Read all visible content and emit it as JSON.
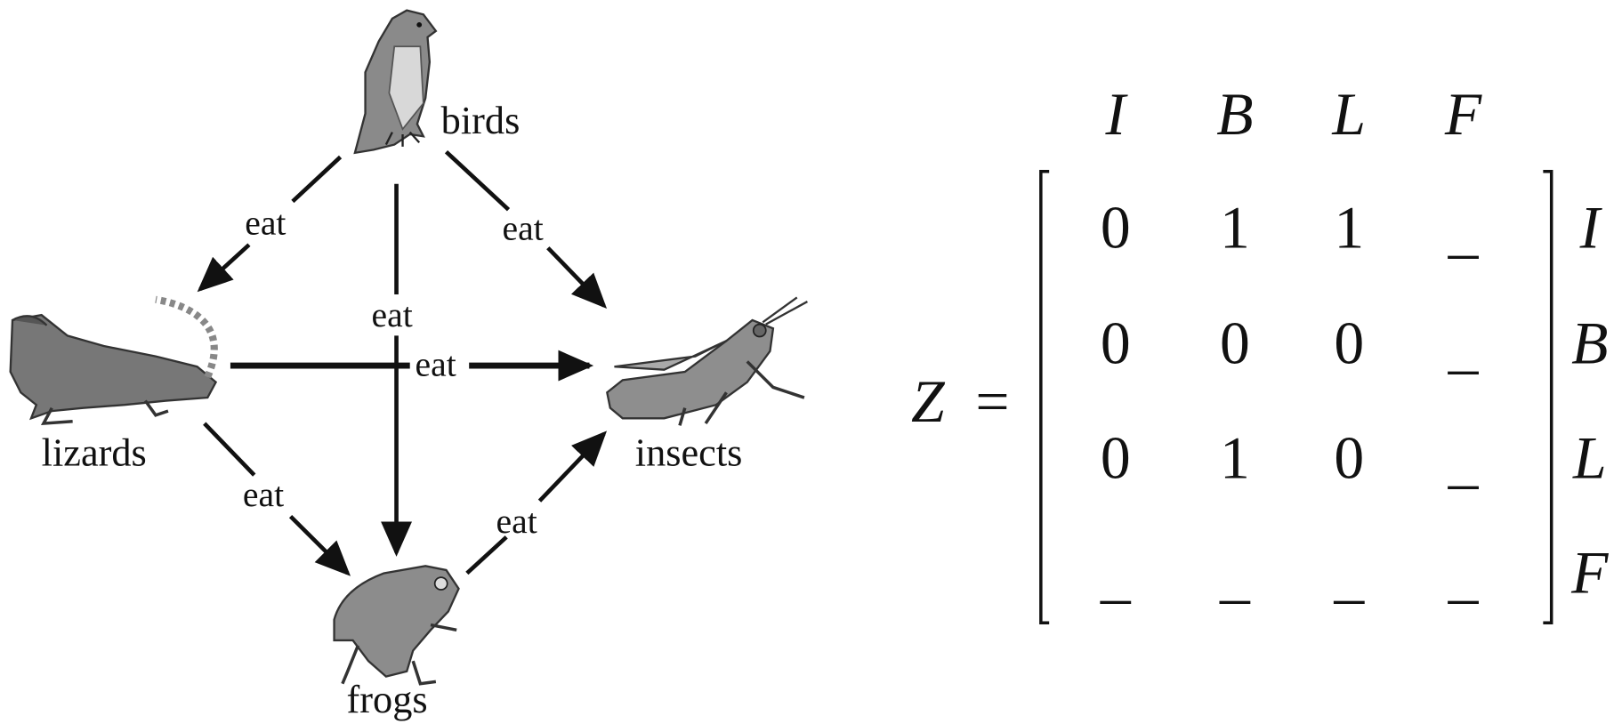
{
  "food_web": {
    "nodes": {
      "birds": "birds",
      "lizards": "lizards",
      "insects": "insects",
      "frogs": "frogs"
    },
    "edges": [
      {
        "from": "birds",
        "to": "lizards",
        "label": "eat"
      },
      {
        "from": "birds",
        "to": "frogs",
        "label": "eat"
      },
      {
        "from": "birds",
        "to": "insects",
        "label": "eat"
      },
      {
        "from": "lizards",
        "to": "insects",
        "label": "eat"
      },
      {
        "from": "lizards",
        "to": "frogs",
        "label": "eat"
      },
      {
        "from": "frogs",
        "to": "insects",
        "label": "eat"
      }
    ]
  },
  "matrix": {
    "name": "Z",
    "equals": "=",
    "col_labels": [
      "I",
      "B",
      "L",
      "F"
    ],
    "row_labels": [
      "I",
      "B",
      "L",
      "F"
    ],
    "rows": [
      [
        "0",
        "1",
        "1",
        "_"
      ],
      [
        "0",
        "0",
        "0",
        "_"
      ],
      [
        "0",
        "1",
        "0",
        "_"
      ],
      [
        "_",
        "_",
        "_",
        "_"
      ]
    ]
  }
}
